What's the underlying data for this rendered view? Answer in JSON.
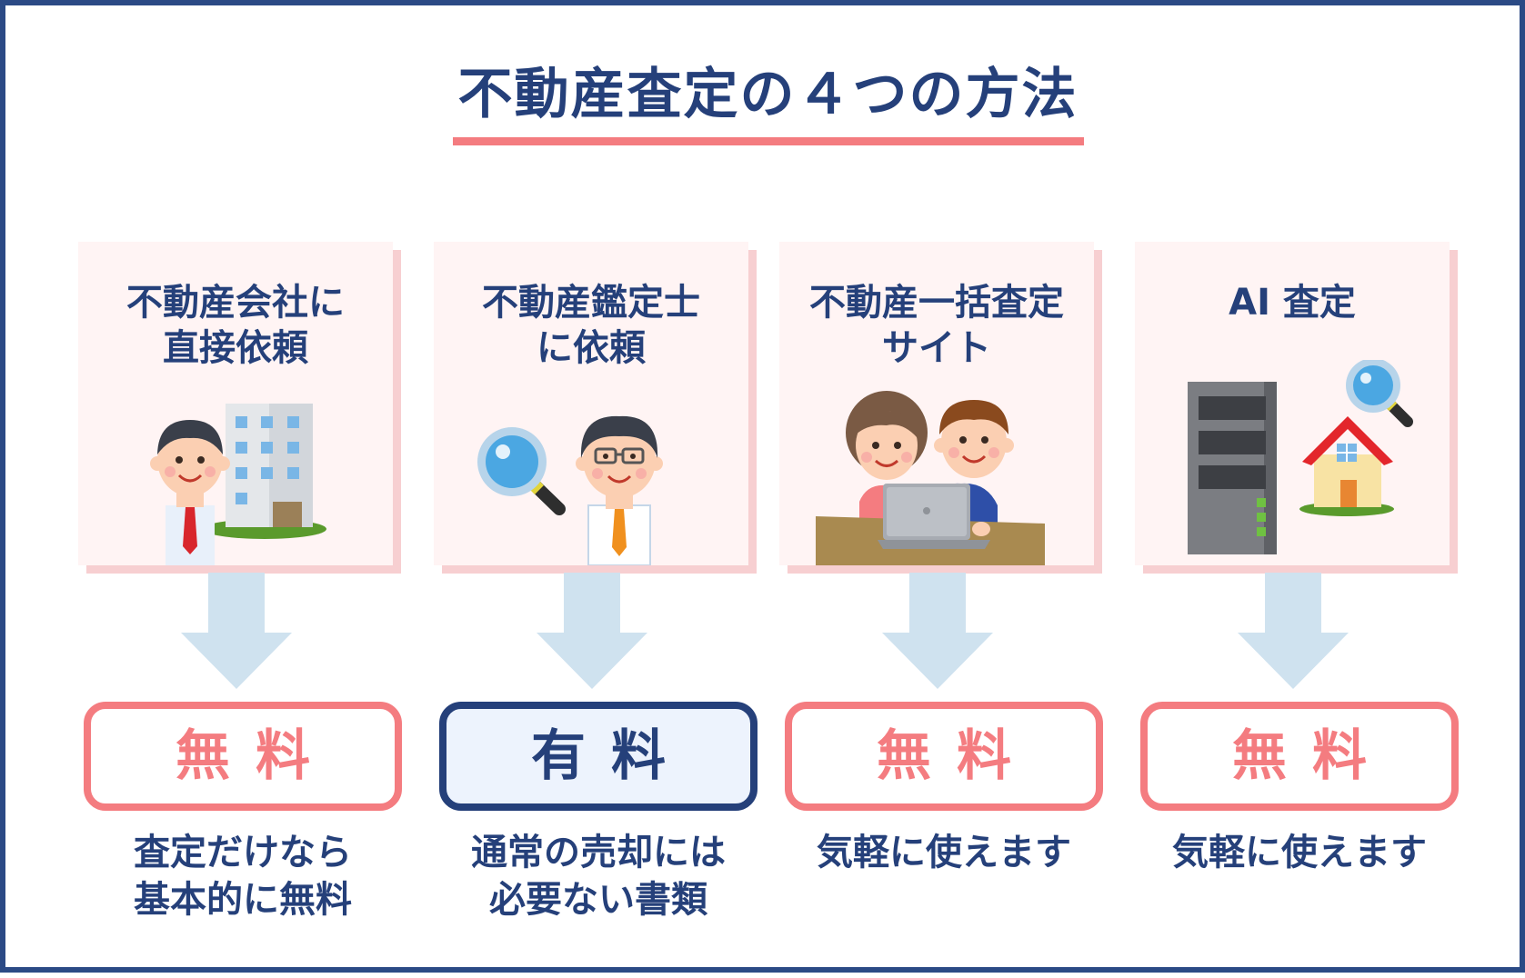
{
  "title": "不動産査定の４つの方法",
  "colors": {
    "navy": "#25407a",
    "pink": "#f47c80",
    "card_bg": "#fff4f4",
    "arrow": "#cfe2ef"
  },
  "methods": [
    {
      "name": "不動産会社に\n直接依頼",
      "price": "無料",
      "price_type": "free",
      "note": "査定だけなら\n基本的に無料",
      "icon": "agent-with-building-icon"
    },
    {
      "name": "不動産鑑定士\nに依頼",
      "price": "有料",
      "price_type": "paid",
      "note": "通常の売却には\n必要ない書類",
      "icon": "appraiser-with-magnifier-icon"
    },
    {
      "name": "不動産一括査定\nサイト",
      "price": "無料",
      "price_type": "free",
      "note": "気軽に使えます",
      "icon": "couple-with-laptop-icon"
    },
    {
      "name": "AI 査定",
      "price": "無料",
      "price_type": "free",
      "note": "気軽に使えます",
      "icon": "server-and-house-icon"
    }
  ]
}
